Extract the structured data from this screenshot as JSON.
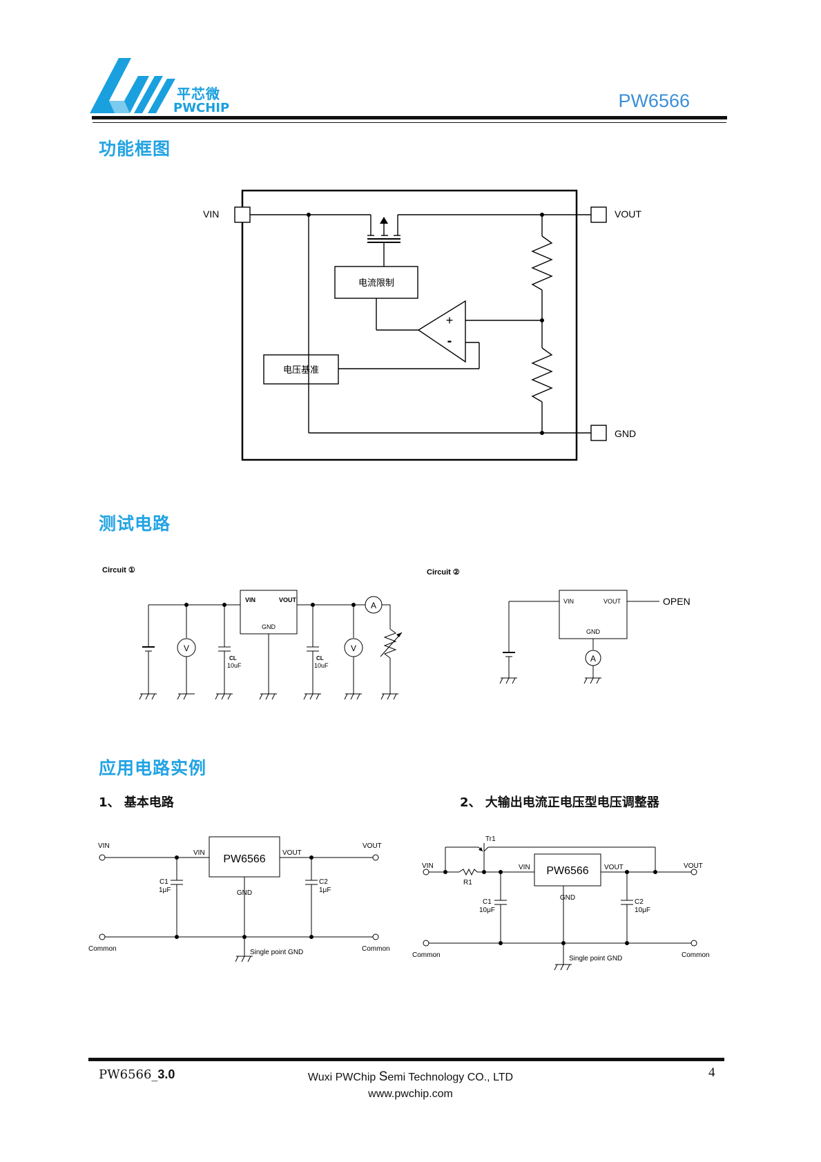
{
  "header": {
    "logo_cn": "平芯微",
    "logo_en": "PWCHIP",
    "model": "PW6566"
  },
  "sections": {
    "block_diagram": "功能框图",
    "test_circuit": "测试电路",
    "application": "应用电路实例",
    "app_sub_1": "1、 基本电路",
    "app_sub_2": "2、 大输出电流正电压型电压调整器"
  },
  "block_diagram": {
    "pin_vin": "VIN",
    "pin_vout": "VOUT",
    "pin_gnd": "GND",
    "current_limit": "电流限制",
    "voltage_ref": "电压基准",
    "amp_plus": "+",
    "amp_minus": "-"
  },
  "test_circuit_1": {
    "title": "Circuit ①",
    "vin": "VIN",
    "vout": "VOUT",
    "gnd": "GND",
    "cap_in_name": "CL",
    "cap_in_value": "10uF",
    "cap_out_name": "CL",
    "cap_out_value": "10uF",
    "meter_v": "V",
    "meter_a": "A"
  },
  "test_circuit_2": {
    "title": "Circuit ②",
    "vin": "VIN",
    "vout": "VOUT",
    "gnd": "GND",
    "open": "OPEN",
    "meter_a": "A"
  },
  "app_circuit_1": {
    "chip": "PW6566",
    "vin_left": "VIN",
    "vin_pin": "VIN",
    "vout_pin": "VOUT",
    "vout_right": "VOUT",
    "gnd_pin": "GND",
    "c1_name": "C1",
    "c1_value": "1μF",
    "c2_name": "C2",
    "c2_value": "1μF",
    "common_left": "Common",
    "common_right": "Common",
    "single_gnd": "Single point GND"
  },
  "app_circuit_2": {
    "chip": "PW6566",
    "transistor": "Tr1",
    "resistor": "R1",
    "vin_left": "VIN",
    "vin_pin": "VIN",
    "vout_pin": "VOUT",
    "vout_right": "VOUT",
    "gnd_pin": "GND",
    "c1_name": "C1",
    "c1_value": "10μF",
    "c2_name": "C2",
    "c2_value": "10μF",
    "common_left": "Common",
    "common_right": "Common",
    "single_gnd": "Single point GND"
  },
  "footer": {
    "doc_prefix": "PW6566_",
    "doc_version": "3.0",
    "company_pre": "Wuxi PWChip ",
    "company_s": "S",
    "company_post": "emi Technology CO., LTD",
    "website": "www.pwchip.com",
    "page": "4"
  },
  "colors": {
    "brand_blue": "#1aa0de",
    "section_blue": "#22a3e3",
    "model_blue": "#3c8ed8"
  }
}
